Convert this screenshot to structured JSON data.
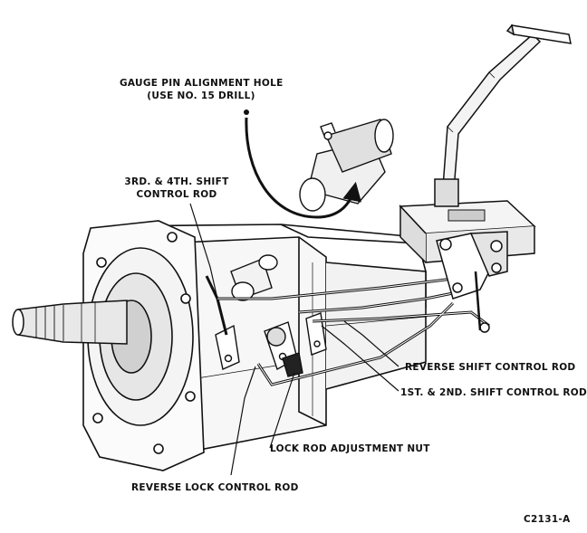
{
  "colors": {
    "ink": "#111111",
    "paper": "#ffffff",
    "shade": "#bdbdbd",
    "dark": "#2a2a2a"
  },
  "labels": {
    "gauge_pin_line1": "GAUGE PIN ALIGNMENT HOLE",
    "gauge_pin_line2": "(USE NO. 15 DRILL)",
    "shift_34_line1": "3RD. & 4TH. SHIFT",
    "shift_34_line2": "CONTROL ROD",
    "reverse_shift": "REVERSE SHIFT CONTROL ROD",
    "shift_12": "1ST. & 2ND. SHIFT CONTROL ROD",
    "lock_nut": "LOCK ROD ADJUSTMENT NUT",
    "reverse_lock": "REVERSE LOCK CONTROL ROD",
    "figure_id": "C2131-A"
  }
}
